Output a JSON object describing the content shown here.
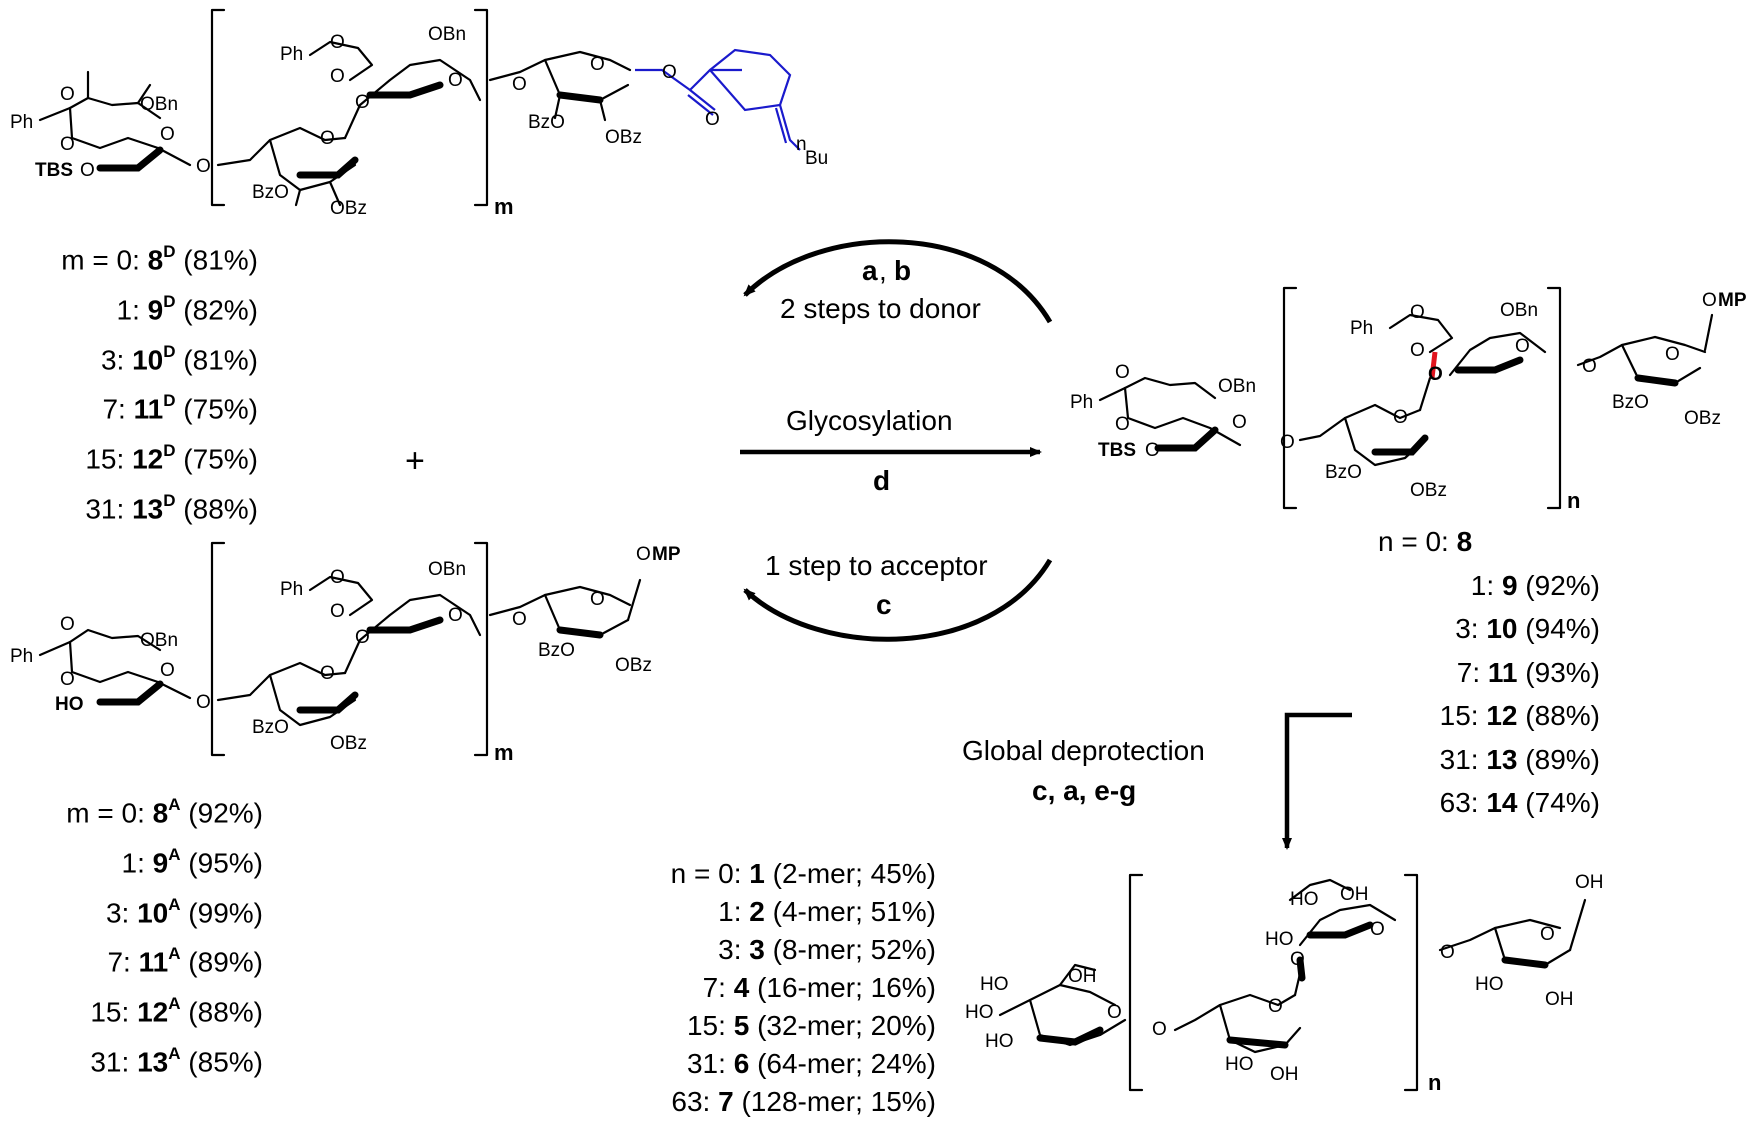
{
  "donor_list": {
    "rows": [
      {
        "prefix": "m = 0:",
        "compound": "8",
        "tag": "D",
        "yield": "(81%)"
      },
      {
        "prefix": "1:",
        "compound": "9",
        "tag": "D",
        "yield": "(82%)"
      },
      {
        "prefix": "3:",
        "compound": "10",
        "tag": "D",
        "yield": "(81%)"
      },
      {
        "prefix": "7:",
        "compound": "11",
        "tag": "D",
        "yield": "(75%)"
      },
      {
        "prefix": "15:",
        "compound": "12",
        "tag": "D",
        "yield": "(75%)"
      },
      {
        "prefix": "31:",
        "compound": "13",
        "tag": "D",
        "yield": "(88%)"
      }
    ]
  },
  "acceptor_list": {
    "rows": [
      {
        "prefix": "m = 0:",
        "compound": "8",
        "tag": "A",
        "yield": "(92%)"
      },
      {
        "prefix": "1:",
        "compound": "9",
        "tag": "A",
        "yield": "(95%)"
      },
      {
        "prefix": "3:",
        "compound": "10",
        "tag": "A",
        "yield": "(99%)"
      },
      {
        "prefix": "7:",
        "compound": "11",
        "tag": "A",
        "yield": "(89%)"
      },
      {
        "prefix": "15:",
        "compound": "12",
        "tag": "A",
        "yield": "(88%)"
      },
      {
        "prefix": "31:",
        "compound": "13",
        "tag": "A",
        "yield": "(85%)"
      }
    ]
  },
  "product_list": {
    "rows": [
      {
        "prefix": "n = 0:",
        "compound": "8",
        "yield": ""
      },
      {
        "prefix": "1:",
        "compound": "9",
        "yield": "(92%)"
      },
      {
        "prefix": "3:",
        "compound": "10",
        "yield": "(94%)"
      },
      {
        "prefix": "7:",
        "compound": "11",
        "yield": "(93%)"
      },
      {
        "prefix": "15:",
        "compound": "12",
        "yield": "(88%)"
      },
      {
        "prefix": "31:",
        "compound": "13",
        "yield": "(89%)"
      },
      {
        "prefix": "63:",
        "compound": "14",
        "yield": "(74%)"
      }
    ]
  },
  "final_list": {
    "rows": [
      {
        "prefix": "n = 0:",
        "compound": "1",
        "yield": "(2-mer; 45%)"
      },
      {
        "prefix": "1:",
        "compound": "2",
        "yield": "(4-mer; 51%)"
      },
      {
        "prefix": "3:",
        "compound": "3",
        "yield": "(8-mer; 52%)"
      },
      {
        "prefix": "7:",
        "compound": "4",
        "yield": "(16-mer; 16%)"
      },
      {
        "prefix": "15:",
        "compound": "5",
        "yield": "(32-mer; 20%)"
      },
      {
        "prefix": "31:",
        "compound": "6",
        "yield": "(64-mer; 24%)"
      },
      {
        "prefix": "63:",
        "compound": "7",
        "yield": "(128-mer; 15%)"
      }
    ]
  },
  "arrows": {
    "top_reagents_a": "a",
    "top_reagents_sep": ", ",
    "top_reagents_b": "b",
    "top_caption": "2 steps to donor",
    "middle_caption": "Glycosylation",
    "middle_reagent": "d",
    "bottom_caption": "1 step to acceptor",
    "bottom_reagent": "c",
    "deprotect_caption": "Global deprotection",
    "deprotect_reagents": "c, a, e-g"
  },
  "plus_sign": "+",
  "repeat_labels": {
    "donor": "m",
    "acceptor": "m",
    "product": "n",
    "final": "n"
  },
  "atom_labels": {
    "ph": "Ph",
    "obn": "OBn",
    "obz": "OBz",
    "bzo": "BzO",
    "tbs": "TBS",
    "tbs_o": "O",
    "ho": "HO",
    "oh": "OH",
    "o": "O",
    "omp_o": "O",
    "omp_mp": "MP",
    "nbu_n": "n",
    "nbu_bu": "Bu"
  },
  "colors": {
    "accent_blue": "#1a1acc",
    "new_bond_red": "#e0141e",
    "text": "#000000"
  }
}
